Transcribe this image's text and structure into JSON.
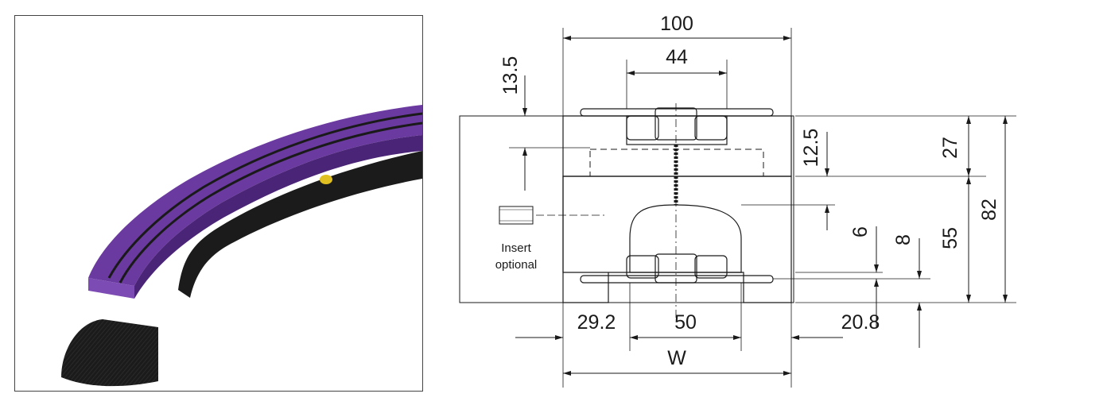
{
  "photo": {
    "caption": ""
  },
  "dimensions": {
    "overall_width": "100",
    "slot_width": "44",
    "top_offset": "13.5",
    "groove_depth": "12.5",
    "upper_height": "27",
    "lower_height": "55",
    "total_height": "82",
    "gap_6": "6",
    "gap_8": "8",
    "left_flange": "29.2",
    "base_slot": "50",
    "right_flange": "20.8",
    "width_variable": "W"
  },
  "insert_note": {
    "line1": "Insert",
    "line2": "optional"
  },
  "colors": {
    "purple_profile": "#5a2e8a",
    "black_base": "#1b1b1b",
    "line": "#1a1a1a"
  }
}
